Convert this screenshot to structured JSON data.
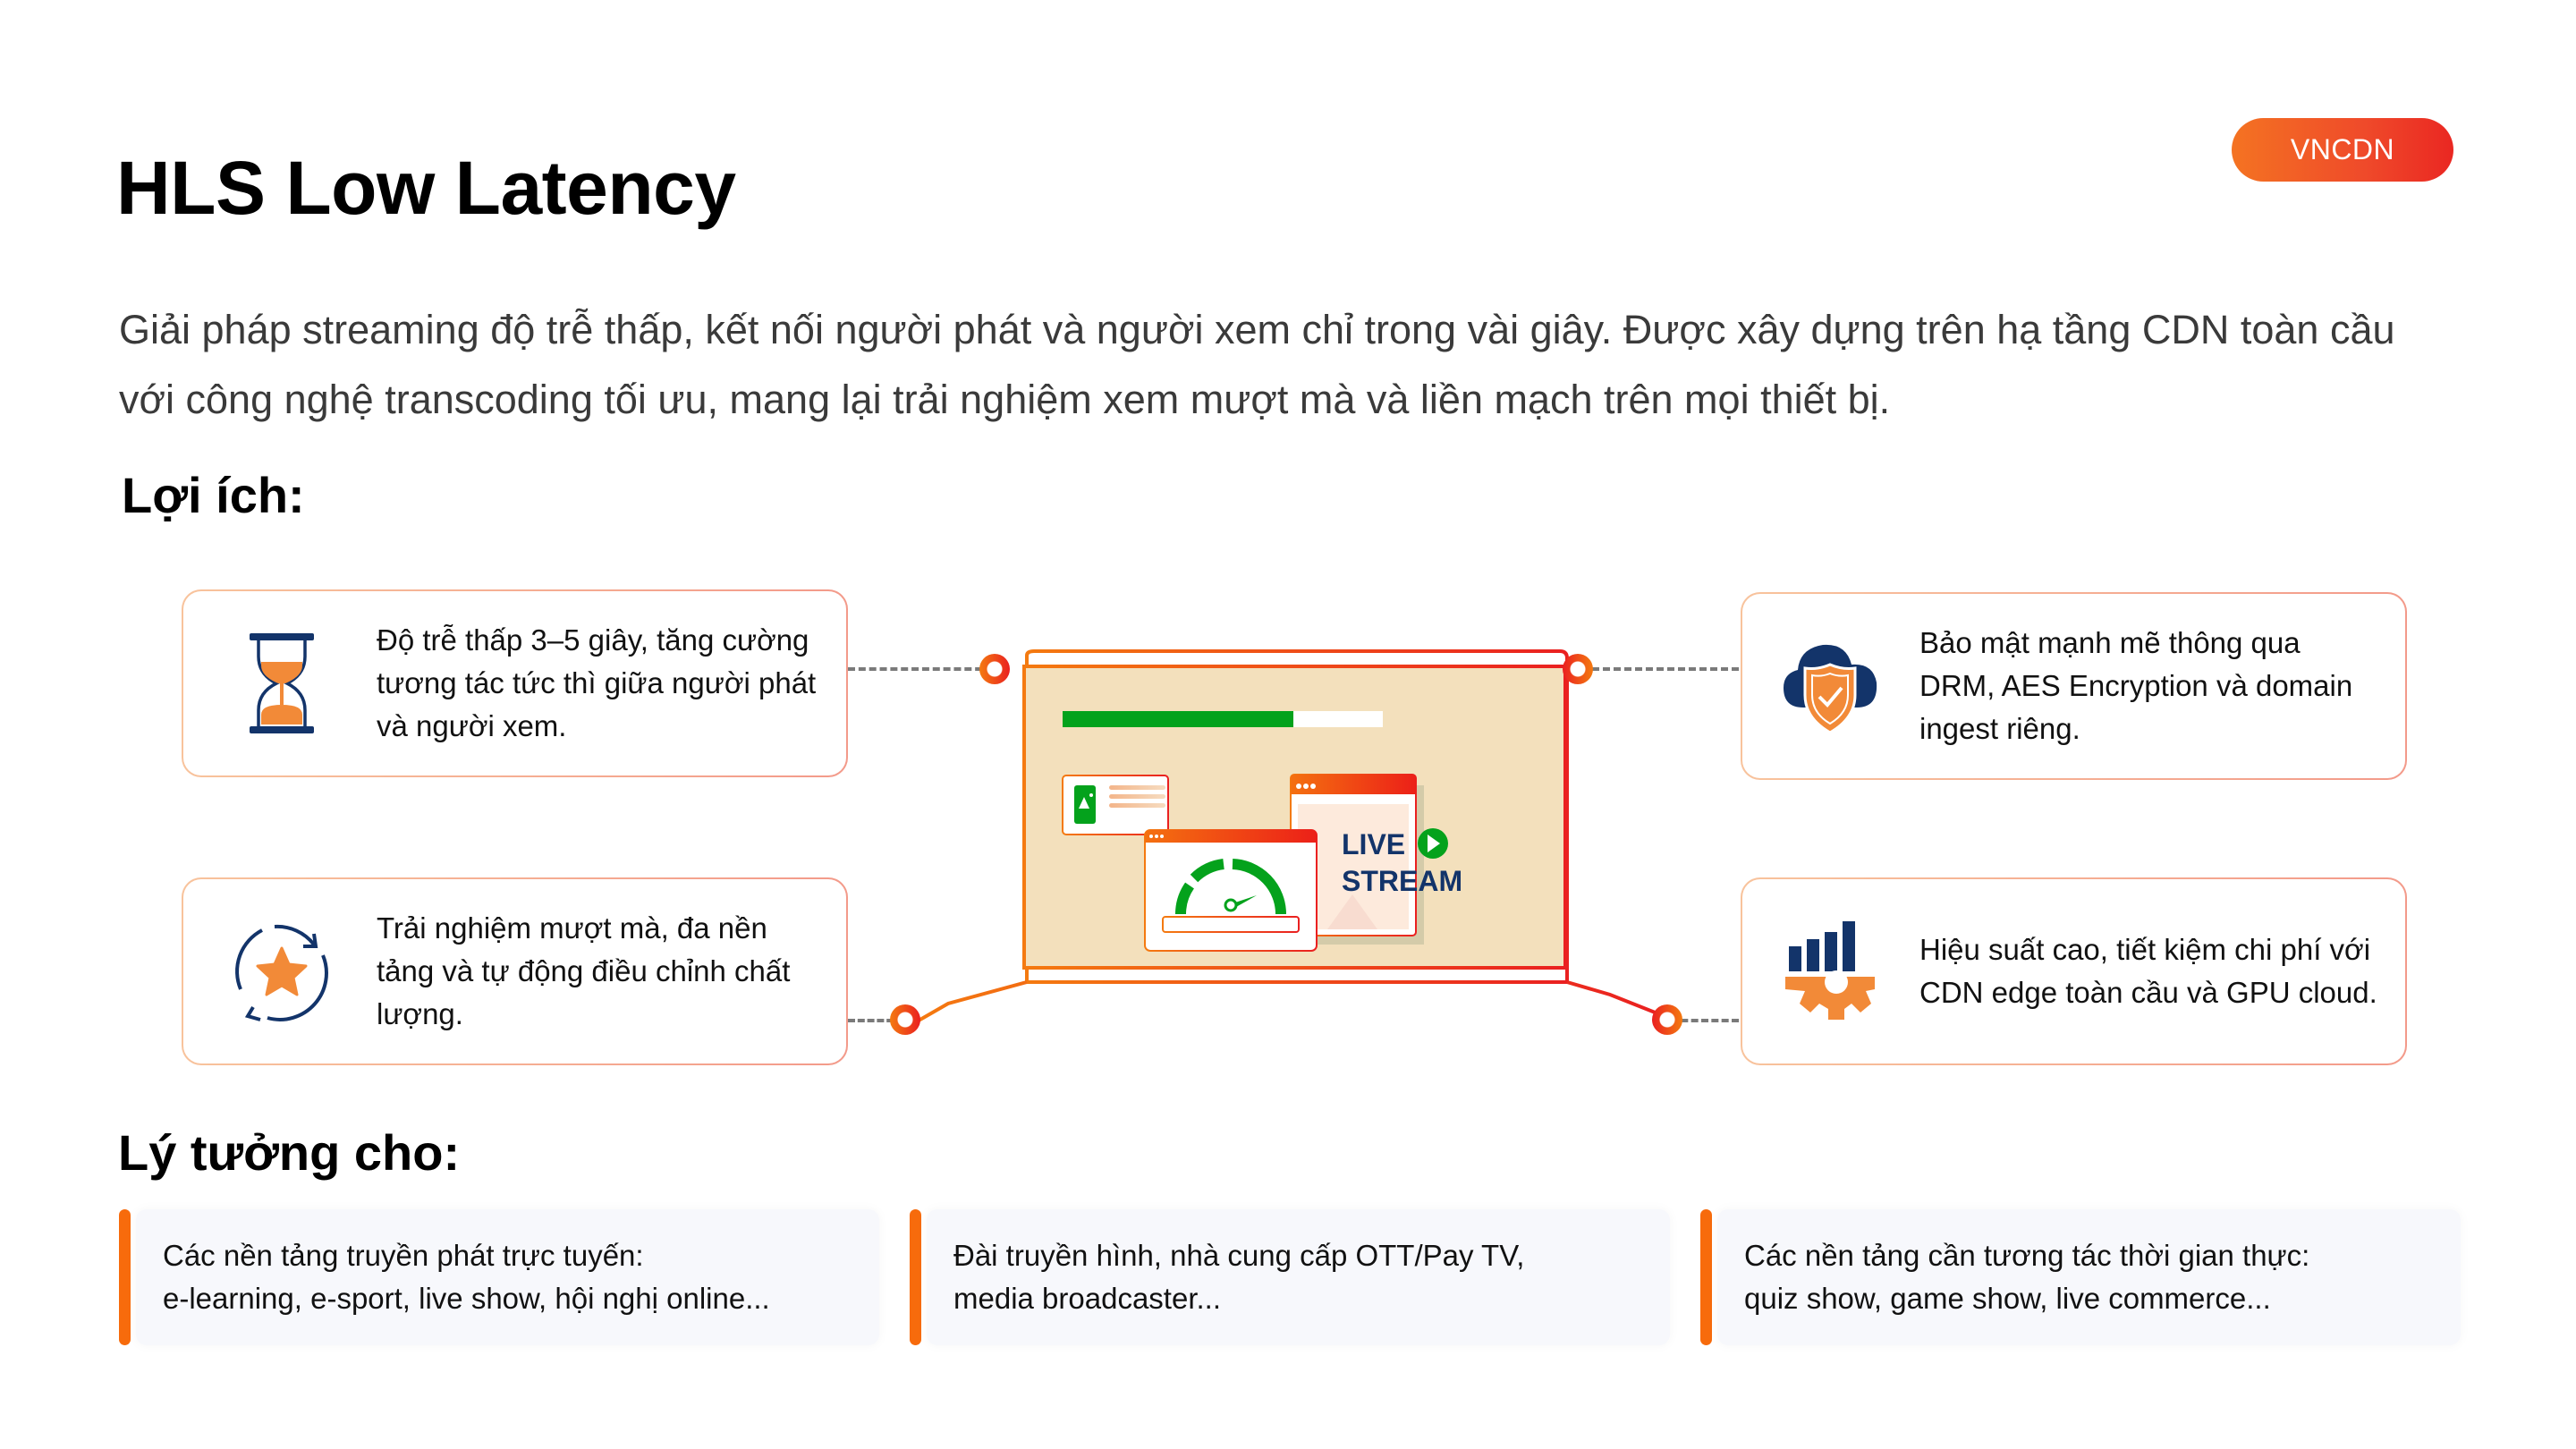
{
  "badge": {
    "label": "VNCDN"
  },
  "header": {
    "title": "HLS Low Latency",
    "description": "Giải pháp streaming độ trễ thấp, kết nối người phát và người xem chỉ trong vài giây. Được xây dựng trên hạ tầng CDN toàn cầu với công nghệ transcoding tối ưu, mang lại trải nghiệm xem mượt mà và liền mạch trên mọi thiết bị."
  },
  "benefits": {
    "heading": "Lợi ích:",
    "items": [
      {
        "icon": "hourglass-icon",
        "text": "Độ trễ thấp 3–5 giây, tăng cường tương tác tức thì giữa người phát và người xem."
      },
      {
        "icon": "refresh-star-icon",
        "text": "Trải nghiệm mượt mà, đa nền tảng và tự động điều chỉnh chất lượng."
      },
      {
        "icon": "cloud-shield-check-icon",
        "text": "Bảo mật mạnh mẽ thông qua DRM, AES Encryption và domain ingest riêng."
      },
      {
        "icon": "bar-chart-gear-icon",
        "text": "Hiệu suất cao, tiết kiệm chi phí với CDN edge toàn cầu và GPU cloud."
      }
    ]
  },
  "illustration": {
    "live_label_line1": "LIVE",
    "live_label_line2": "STREAM",
    "progress_percent": 74,
    "colors": {
      "orange": "#f47a10",
      "red": "#ea2020",
      "green": "#04a21c",
      "navy": "#13346a",
      "screen_bg": "#f3e0bc"
    }
  },
  "ideal_for": {
    "heading": "Lý tưởng cho:",
    "items": [
      {
        "line1": "Các nền tảng truyền phát trực tuyến:",
        "line2": "e-learning, e-sport, live show, hội nghị online..."
      },
      {
        "line1": "Đài truyền hình, nhà cung cấp OTT/Pay TV,",
        "line2": "media broadcaster..."
      },
      {
        "line1": "Các nền tảng cần tương tác thời gian thực:",
        "line2": "quiz show, game show, live commerce..."
      }
    ]
  },
  "theme": {
    "accent": "#f76b0c",
    "badge_from": "#f47322",
    "badge_to": "#ea2722",
    "text": "#111111",
    "muted": "#3a3a3a"
  }
}
